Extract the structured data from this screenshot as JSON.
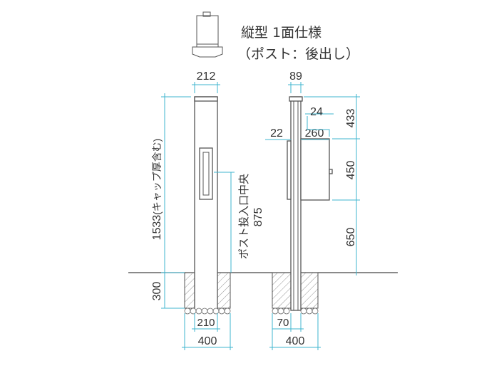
{
  "title": {
    "line1": "縦型 1面仕様",
    "line2": "（ポスト：後出し）"
  },
  "front_view": {
    "top_width": "212",
    "total_height": "1533",
    "total_height_note": "(キャップ厚含む)",
    "slot_height_label": "ポスト投入口中央",
    "slot_height": "875",
    "foundation_depth": "300",
    "post_base_width": "210",
    "foundation_width": "400"
  },
  "side_view": {
    "post_width": "89",
    "offset_22": "22",
    "box_depth": "260",
    "flange_24": "24",
    "h_top": "433",
    "h_box": "450",
    "h_bottom": "650",
    "post_base_width": "70",
    "foundation_width": "400"
  },
  "colors": {
    "dimension_line": "#3fb6cf",
    "outline": "#555555"
  }
}
